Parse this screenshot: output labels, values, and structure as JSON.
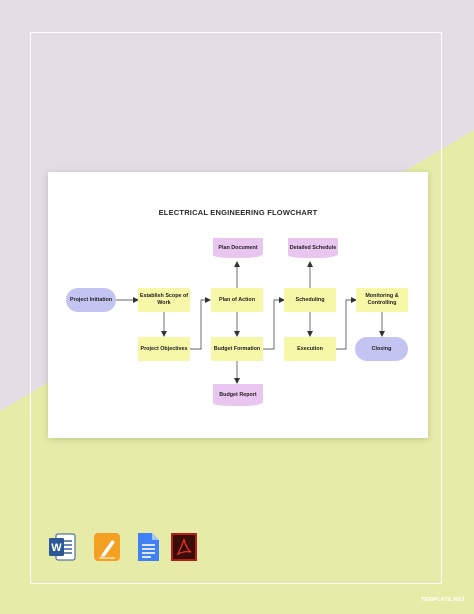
{
  "page": {
    "background_top_color": "#e4dde6",
    "background_bottom_color": "#e6eca7"
  },
  "flowchart": {
    "title": "ELECTRICAL ENGINEERING FLOWCHART",
    "colors": {
      "process": "#f6f8a7",
      "terminal": "#c3c4f2",
      "document": "#e9c6f0",
      "arrow": "#333333"
    },
    "nodes": {
      "plan_document": "Plan Document",
      "detailed_schedule": "Detailed Schedule",
      "project_initiation": "Project Initiation",
      "establish_scope": "Establish Scope of Work",
      "plan_of_action": "Plan of Action",
      "scheduling": "Scheduling",
      "monitoring_controlling": "Monitoring & Controlling",
      "project_objectives": "Project Objectives",
      "budget_formation": "Budget Formation",
      "execution": "Execution",
      "closing": "Closing",
      "budget_report": "Budget Report"
    }
  },
  "file_formats": [
    {
      "name": "word-icon",
      "letter": "W",
      "color": "#2b5797"
    },
    {
      "name": "pages-icon",
      "letter": "",
      "color": "#f3a023"
    },
    {
      "name": "google-docs-icon",
      "letter": "",
      "color": "#3f80f4"
    },
    {
      "name": "pdf-icon",
      "letter": "",
      "color": "#b1201a"
    }
  ],
  "watermark": "TEMPLATE.NET"
}
